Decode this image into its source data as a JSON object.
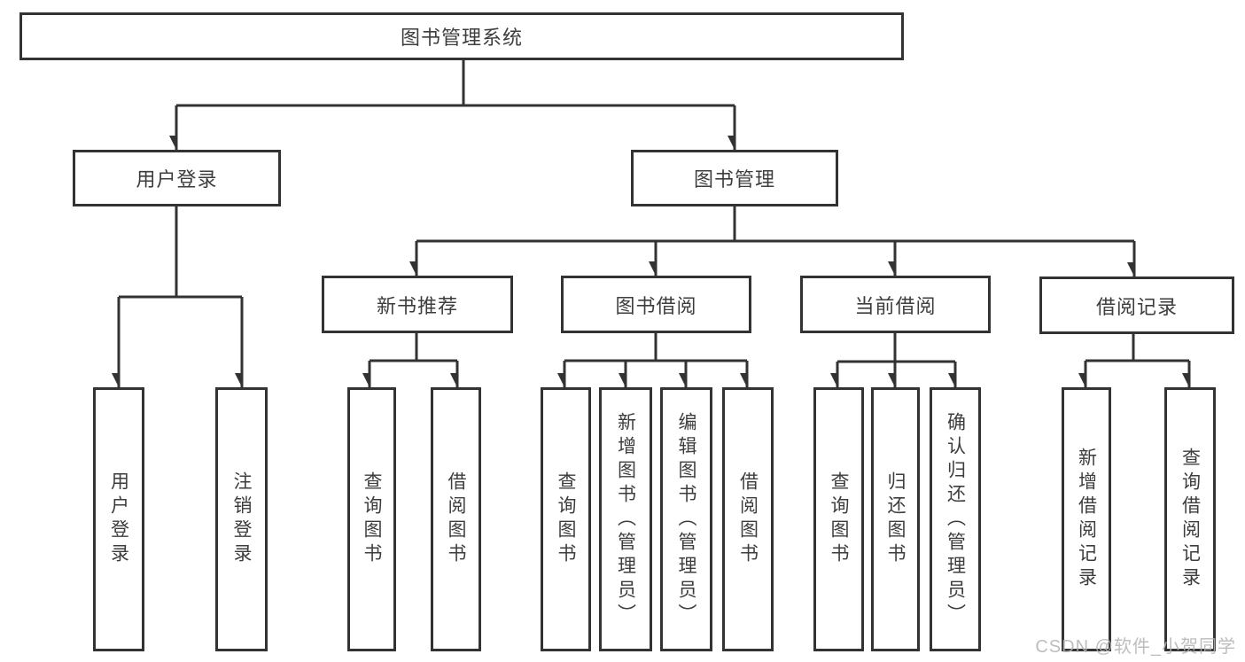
{
  "tree": {
    "root": {
      "label": "图书管理系统",
      "children": [
        {
          "label": "用户登录",
          "children": [
            {
              "label": "用户登录"
            },
            {
              "label": "注销登录"
            }
          ]
        },
        {
          "label": "图书管理",
          "children": [
            {
              "label": "新书推荐",
              "children": [
                {
                  "label": "查询图书"
                },
                {
                  "label": "借阅图书"
                }
              ]
            },
            {
              "label": "图书借阅",
              "children": [
                {
                  "label": "查询图书"
                },
                {
                  "label": "新增图书（管理员）"
                },
                {
                  "label": "编辑图书（管理员）"
                },
                {
                  "label": "借阅图书"
                }
              ]
            },
            {
              "label": "当前借阅",
              "children": [
                {
                  "label": "查询图书"
                },
                {
                  "label": "归还图书"
                },
                {
                  "label": "确认归还（管理员）"
                }
              ]
            },
            {
              "label": "借阅记录",
              "children": [
                {
                  "label": "新增借阅记录"
                },
                {
                  "label": "查询借阅记录"
                }
              ]
            }
          ]
        }
      ]
    }
  },
  "watermark": "CSDN @软件_小贺同学",
  "colors": {
    "line": "#333333",
    "box_border": "#333333",
    "text": "#3d3d3d",
    "watermark": "#b2b2b2",
    "background": "#ffffff"
  }
}
